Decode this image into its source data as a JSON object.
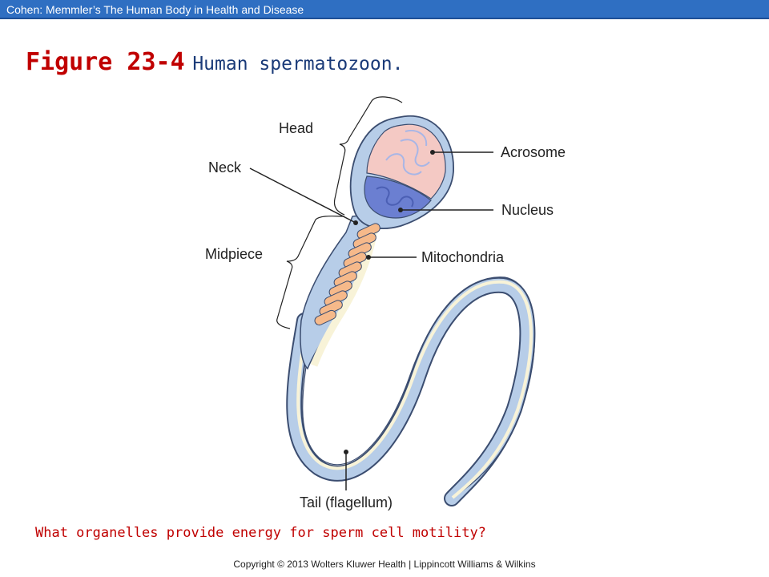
{
  "header": {
    "banner": "Cohen: Memmler’s The Human Body in Health and Disease",
    "figure_number": "Figure 23-4",
    "figure_title": "Human spermatozoon."
  },
  "labels": {
    "head": "Head",
    "neck": "Neck",
    "midpiece": "Midpiece",
    "acrosome": "Acrosome",
    "nucleus": "Nucleus",
    "mitochondria": "Mitochondria",
    "tail": "Tail (flagellum)"
  },
  "question": "What organelles provide energy for sperm cell motility?",
  "footer": {
    "copyright": "Copyright © 2013 Wolters Kluwer Health | Lippincott Williams & Wilkins"
  },
  "colors": {
    "banner": "#2f6fc2",
    "figure_number": "#c00000",
    "figure_title": "#1a3a78",
    "question": "#c00000",
    "cell_body": "#b7cde8",
    "acrosome": "#f4c9c4",
    "nucleus": "#6b7fd1",
    "mitochondria": "#f6b98a",
    "core": "#f8f3d8"
  }
}
